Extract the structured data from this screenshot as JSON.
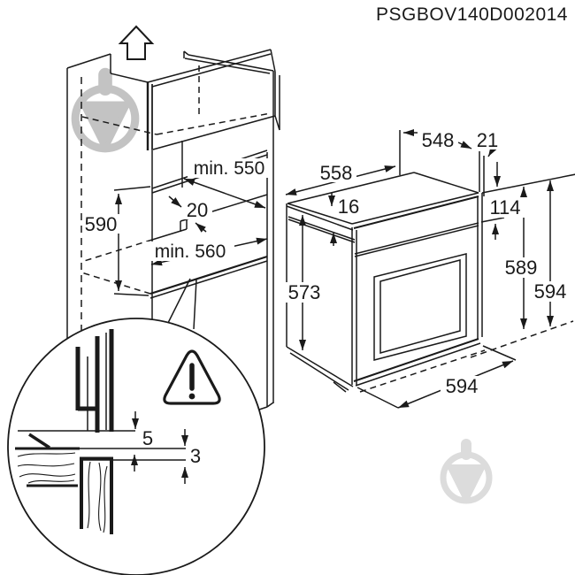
{
  "title": {
    "code": "PSGBOV140D002014"
  },
  "cabinet": {
    "niche_height": "590",
    "niche_depth": "min. 550",
    "back_offset": "20",
    "base_depth": "min. 560"
  },
  "oven": {
    "top_depth": "548",
    "rear_gap": "21",
    "depth": "558",
    "top_flange": "16",
    "control_panel_height": "114",
    "side_height": "573",
    "body_height": "589",
    "overall_height": "594",
    "width": "594"
  },
  "detail": {
    "top_clearance": "5",
    "bottom_clearance": "3"
  },
  "colors": {
    "line": "#1a1a1a",
    "watermark_top": "#bdbdbd",
    "watermark_bottom": "#dcdcdc"
  }
}
